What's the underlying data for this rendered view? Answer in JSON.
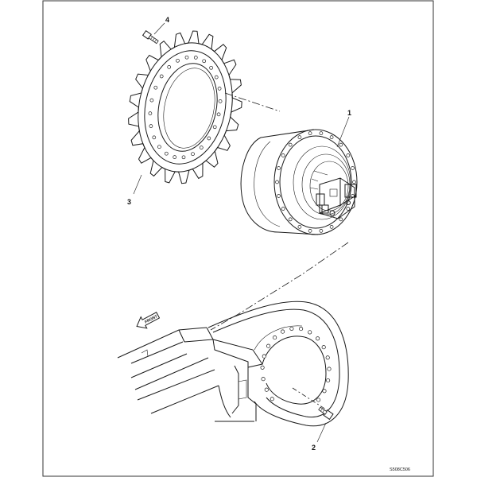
{
  "diagram": {
    "callouts": [
      {
        "id": "1",
        "text": "1"
      },
      {
        "id": "2",
        "text": "2"
      },
      {
        "id": "3",
        "text": "3"
      },
      {
        "id": "4",
        "text": "4"
      }
    ],
    "direction_label": "FRONT",
    "figure_code": "S508C506"
  }
}
